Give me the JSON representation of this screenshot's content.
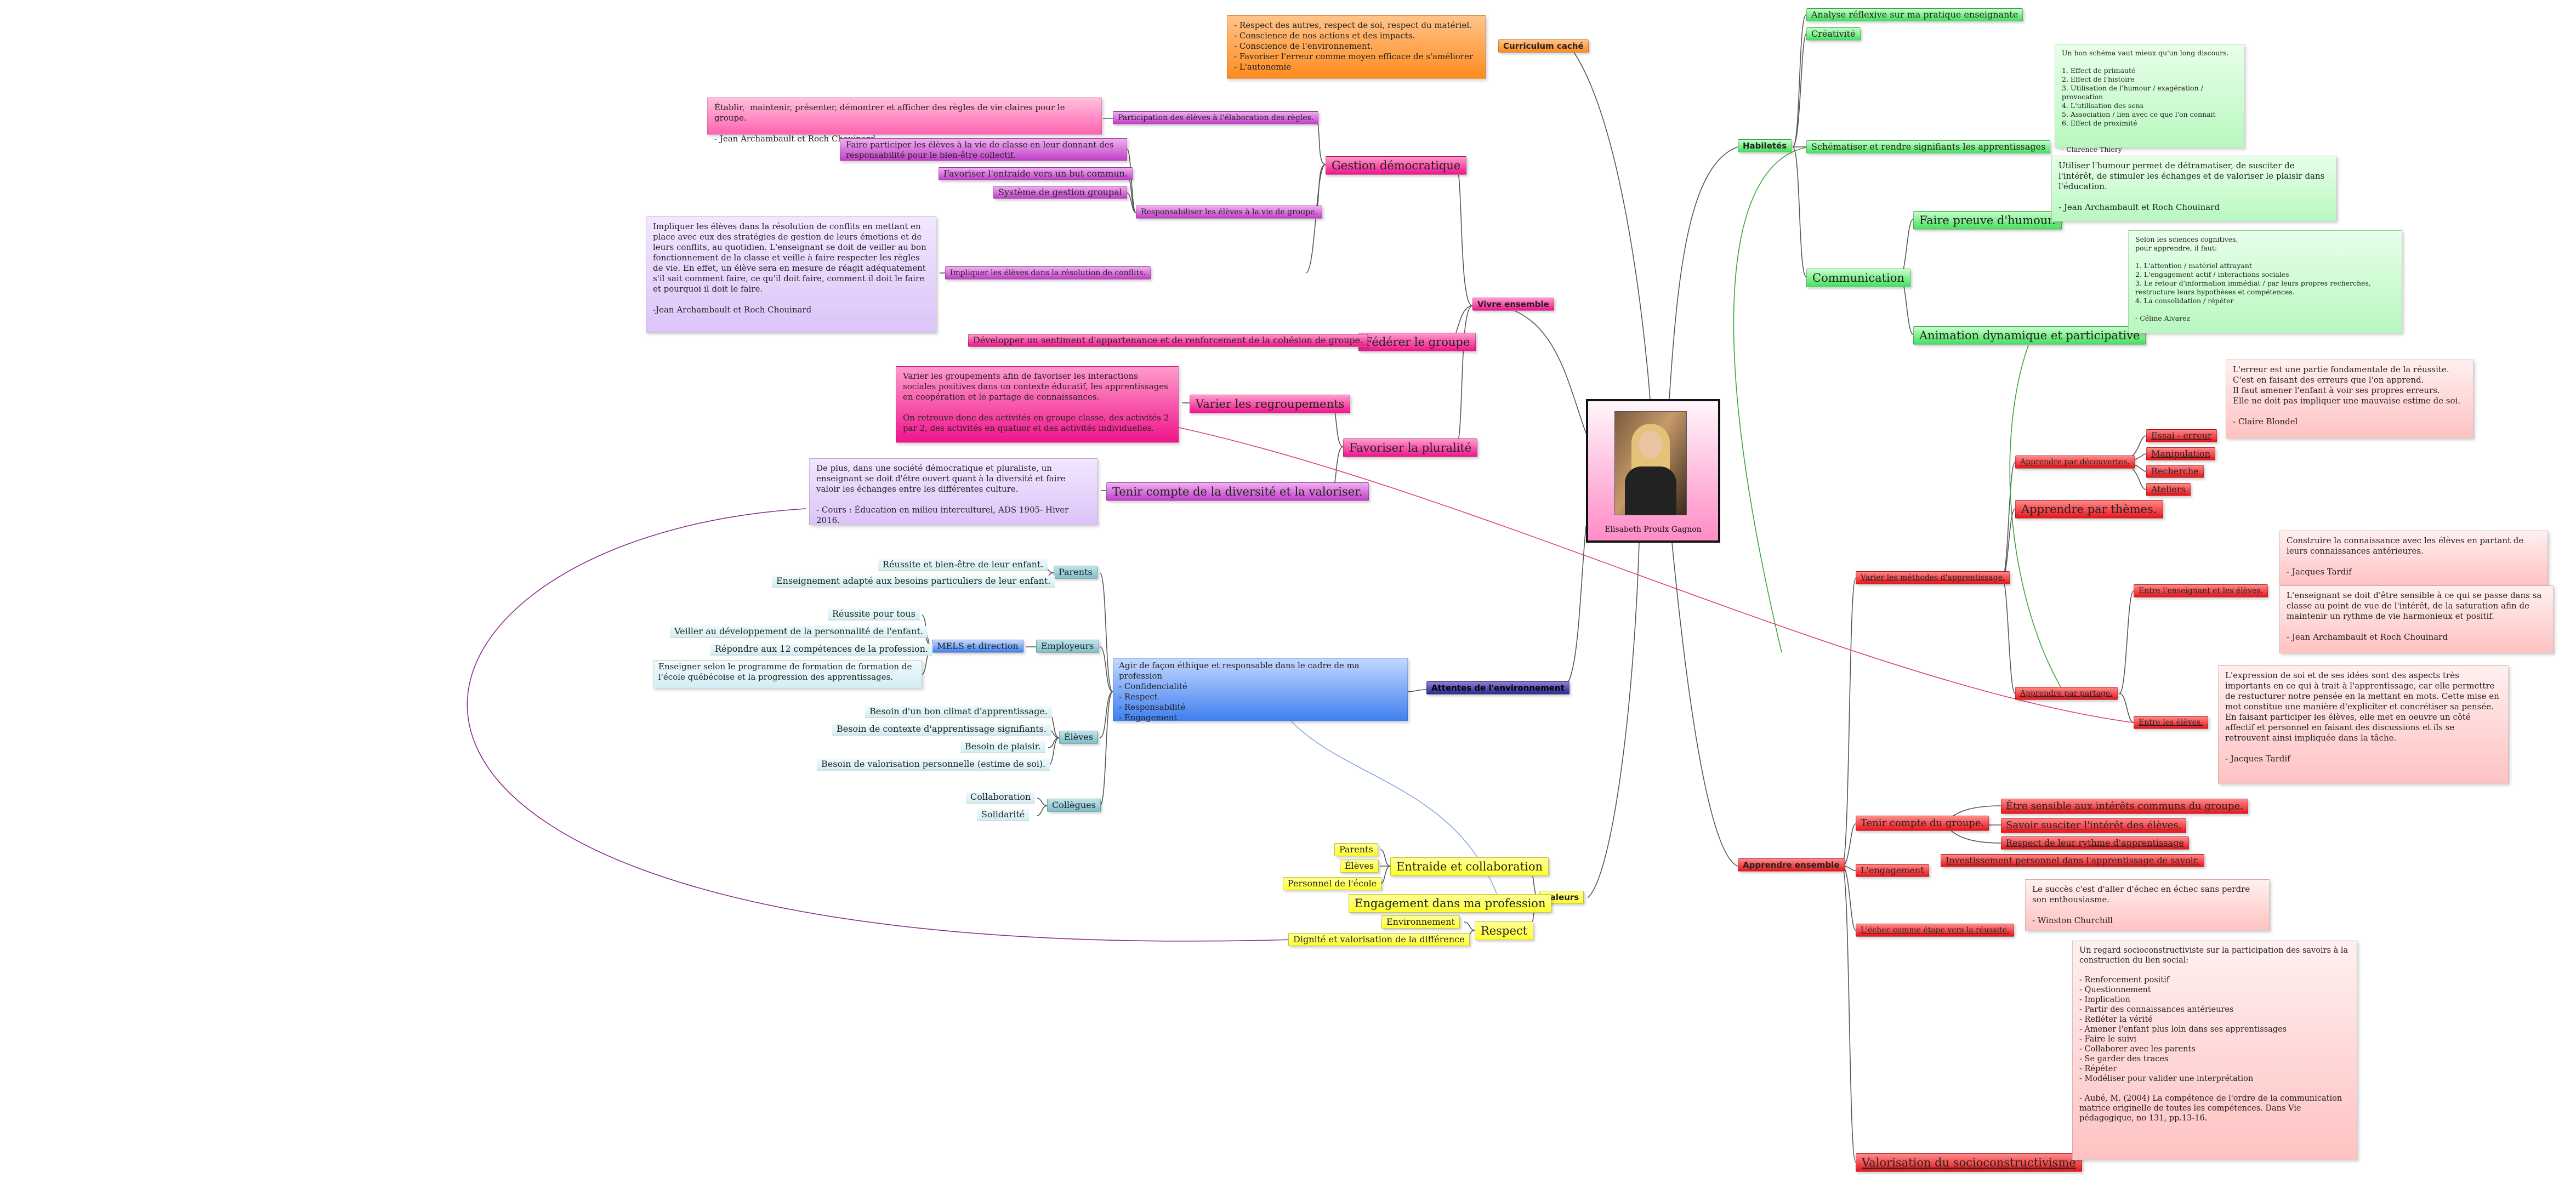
{
  "central": {
    "name": "Elisabeth Proulx Gagnon"
  },
  "branches": {
    "curriculum": {
      "label": "Curriculum caché",
      "note": "- Respect des autres, respect de soi, respect du matériel.\n- Conscience de nos actions et des impacts.\n- Conscience de l'environnement.\n- Favoriser l'erreur comme moyen efficace de s'améliorer\n- L'autonomie"
    },
    "vivre": {
      "label": "Vivre ensemble",
      "gestion": {
        "label": "Gestion démocratique",
        "participation": "Participation des élèves à l'élaboration des règles.",
        "participation_note": "Établir,  maintenir, présenter, démontrer et afficher des règles de vie claires pour le groupe.\n\n- Jean Archambault et Roch Chouinard",
        "responsabiliser": "Responsabiliser les élèves à la vie de groupe.",
        "resp_items": [
          "Faire participer les élèves à la vie de classe en leur donnant des responsabilité pour le bien-être collectif.",
          "Favoriser l'entraide vers un but commun.",
          "Système de gestion groupal"
        ],
        "conflits": "Impliquer les élèves dans la résolution de conflits.",
        "conflits_note": "Impliquer les élèves dans la résolution de conflits en mettant en place avec eux des stratégies de gestion de leurs émotions et de leurs conflits, au quotidien. L'enseignant se doit de veiller au bon fonctionnement de la classe et veille à faire respecter les règles de vie. En effet, un élève sera en mesure de réagit adéquatement s'il sait comment faire, ce qu'il doit faire, comment il doit le faire et pourquoi il doit le faire.\n\n-Jean Archambault et Roch Chouinard"
      },
      "federer": {
        "label": "Fédérer le groupe",
        "item": "Développer un sentiment d'appartenance et de renforcement de la cohésion de groupe."
      },
      "pluralite": {
        "label": "Favoriser la pluralité",
        "regroupements": "Varier les regroupements",
        "regroupements_note": "Varier les groupements afin de favoriser les interactions sociales positives dans un contexte éducatif, les apprentissages en coopération et le partage de connaissances.\n\nOn retrouve donc des activités en groupe classe, des activités 2 par 2, des activités en quatuor et des activités individuelles.",
        "diversite": "Tenir compte de la diversité et la valoriser.",
        "diversite_note": "De plus, dans une société démocratique et pluraliste, un enseignant se doit d'être ouvert quant à la diversité et faire valoir les échanges entre les différentes culture.\n\n- Cours : Éducation en milieu interculturel, ADS 1905- Hiver 2016."
      }
    },
    "attentes": {
      "label": "Attentes de l'environnement",
      "agir": "Agir de façon éthique et responsable dans le cadre de ma profession\n- Confidencialité\n- Respect\n- Responsabilité\n- Engagement",
      "parents": {
        "label": "Parents",
        "items": [
          "Réussite et bien-être de leur enfant.",
          "Enseignement adapté aux besoins particuliers de leur enfant."
        ]
      },
      "employeurs": {
        "label": "Employeurs",
        "mels": "MELS et direction",
        "items": [
          "Réussite pour tous",
          "Veiller au développement de la personnalité de l'enfant.",
          "Répondre aux 12 compétences de la profession.",
          "Enseigner selon le programme de formation de formation de l'école québécoise et la progression des apprentissages."
        ]
      },
      "eleves": {
        "label": "Élèves",
        "items": [
          "Besoin d'un bon climat d'apprentissage.",
          "Besoin de contexte d'apprentissage signifiants.",
          "Besoin de plaisir.",
          "Besoin de valorisation personnelle (estime de soi)."
        ]
      },
      "collegues": {
        "label": "Collègues",
        "items": [
          "Collaboration",
          "Solidarité"
        ]
      }
    },
    "valeurs": {
      "label": "Valeurs",
      "entraide": {
        "label": "Entraide et collaboration",
        "items": [
          "Parents",
          "Élèves",
          "Personnel de l'école"
        ]
      },
      "engagement": "Engagement  dans ma profession",
      "respect": {
        "label": "Respect",
        "items": [
          "Environnement",
          "Dignité et valorisation de la différence"
        ]
      }
    },
    "habiletes": {
      "label": "Habiletés",
      "analyse": "Analyse réflexive sur ma pratique enseignante",
      "creativite": "Créativité",
      "schematiser": "Schématiser et rendre signifiants les apprentissages",
      "schema_note": "Un bon schéma vaut mieux qu'un long discours.\n\n1. Effect de primauté\n2. Effect de l'histoire\n3. Utilisation de l'humour / exagération / provocation\n4. L'utilisation des sens\n5. Association / lien avec ce que l'on connait\n6. Effect de proximité\n\n\n- Clarence Thiery",
      "communication": "Communication",
      "humour": "Faire preuve d'humour.",
      "humour_note": "Utiliser l'humour permet de détramatiser, de susciter de l'intérêt, de stimuler les échanges et de valoriser le plaisir dans l'éducation.\n\n- Jean Archambault et Roch Chouinard",
      "animation": "Animation dynamique et participative",
      "animation_note": "Selon les sciences cognitives,\npour apprendre, il faut:\n\n1. L'attention / matériel attrayant\n2. L'engagement actif / interactions sociales\n3. Le retour d'information immédiat / par leurs propres recherches, restructure leurs hypothèses et compétences.\n4. La consolidation / répéter\n\n- Céline Alvarez"
    },
    "apprendre": {
      "label": "Apprendre ensemble",
      "varier": "Varier les méthodes d'apprentissage.",
      "decouvertes": "Apprendre par découvertes.",
      "decouvertes_items": [
        "Essai - erreur",
        "Manipulation",
        "Recherche",
        "Ateliers"
      ],
      "erreur_note": "L'erreur est une partie fondamentale de la réussite. C'est en faisant des erreurs que l'on apprend.\nIl faut amener l'enfant à voir ses propres erreurs.\nElle ne doit pas impliquer une mauvaise estime de soi.\n\n- Claire Blondel",
      "themes": "Apprendre par thèmes.",
      "partage": "Apprendre par partage.",
      "entre_ens": "Entre l'enseignant et les élèves.",
      "entre_ens_note1": "Construire la connaissance avec les élèves en partant de leurs connaissances antérieures.\n\n- Jacques Tardif",
      "entre_ens_note2": "L'enseignant se doit d'être sensible à ce qui se passe dans sa classe au point de vue de l'intérêt, de la saturation afin de maintenir un rythme de vie harmonieux et positif.\n\n- Jean Archambault et Roch Chouinard",
      "entre_eleves": "Entre les élèves.",
      "entre_eleves_note": "L'expression de soi et de ses idées sont des aspects très importants en ce qui à trait à l'apprentissage, car elle permettre de restucturer notre pensée en la mettant en mots. Cette mise en mot constitue une manière d'expliciter et concrétiser sa pensée. En faisant participer les élèves, elle met en oeuvre un côté affectif et personnel en faisant des discussions et ils se retrouvent ainsi impliquée dans la tâche.\n\n- Jacques Tardif",
      "tenir": "Tenir compte du groupe.",
      "tenir_items": [
        "Être sensible aux intérêts communs du groupe.",
        "Savoir susciter l'intérêt des élèves.",
        "Respect de leur rythme d'apprentissage"
      ],
      "engagement": "L'engagement",
      "engagement_item": "Investissement personnel dans l'apprentissage de savoir.",
      "echec": "L'échec comme étape vers la réussite.",
      "echec_note": "Le succès c'est d'aller d'échec en échec sans perdre son enthousiasme.\n\n- Winston Churchill",
      "socio": "Valorisation du socioconstructivisme",
      "socio_note": "Un regard socioconstructiviste sur la participation des savoirs à la construction du lien social:\n\n- Renforcement positif\n- Questionnement\n- Implication\n- Partir des connaissances antérieures\n- Refléter la vérité\n- Amener l'enfant plus loin dans ses apprentissages\n- Faire le suivi\n- Collaborer avec les parents\n- Se garder des traces\n- Répéter\n- Modéliser pour valider une interprétation\n\n- Aubé, M. (2004) La compétence de l'ordre de la communication matrice originelle de toutes les compétences. Dans Vie pédagogique, no 131, pp.13-16."
    }
  }
}
